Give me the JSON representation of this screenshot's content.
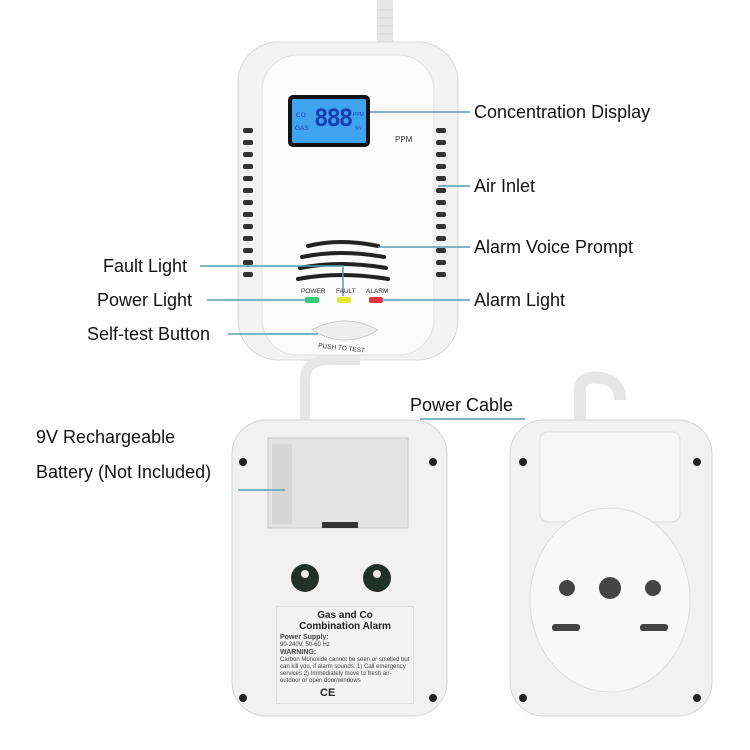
{
  "labels": {
    "concentration_display": "Concentration Display",
    "air_inlet": "Air Inlet",
    "alarm_voice_prompt": "Alarm Voice Prompt",
    "alarm_light": "Alarm Light",
    "fault_light": "Fault Light",
    "power_light": "Power Light",
    "self_test_button": "Self-test Button",
    "power_cable": "Power Cable",
    "battery_line1": "9V Rechargeable",
    "battery_line2": "Battery (Not Included)"
  },
  "device": {
    "lcd_digits": "888",
    "lcd_left_top": "CO",
    "lcd_left_bottom": "GAS",
    "lcd_right": "PPM",
    "lcd_right_pct": "%",
    "ppm_label": "PPM",
    "led_power": "POWER",
    "led_fault": "FAULT",
    "led_alarm": "ALARM",
    "push_to_test": "PUSH TO TEST"
  },
  "sticker": {
    "title_line1": "Gas and Co",
    "title_line2": "Combination Alarm",
    "power_supply_heading": "Power Supply:",
    "power_supply_value": "90-240V, 50-60 Hz",
    "warning_heading": "WARNING:",
    "warning_text": "Carbon Monoxide cannot be seen or smelled but can kill you, if alarm sounds: 1) Call emergency services 2) Immediately move to fresh air-outdoor or open door/windows",
    "ce_mark": "CE"
  },
  "colors": {
    "leader_line": "#5a9bb0",
    "lcd_background": "#3fa3f0",
    "led_power": "#33cc77",
    "led_fault": "#e8e82a",
    "led_alarm": "#e0303a"
  }
}
